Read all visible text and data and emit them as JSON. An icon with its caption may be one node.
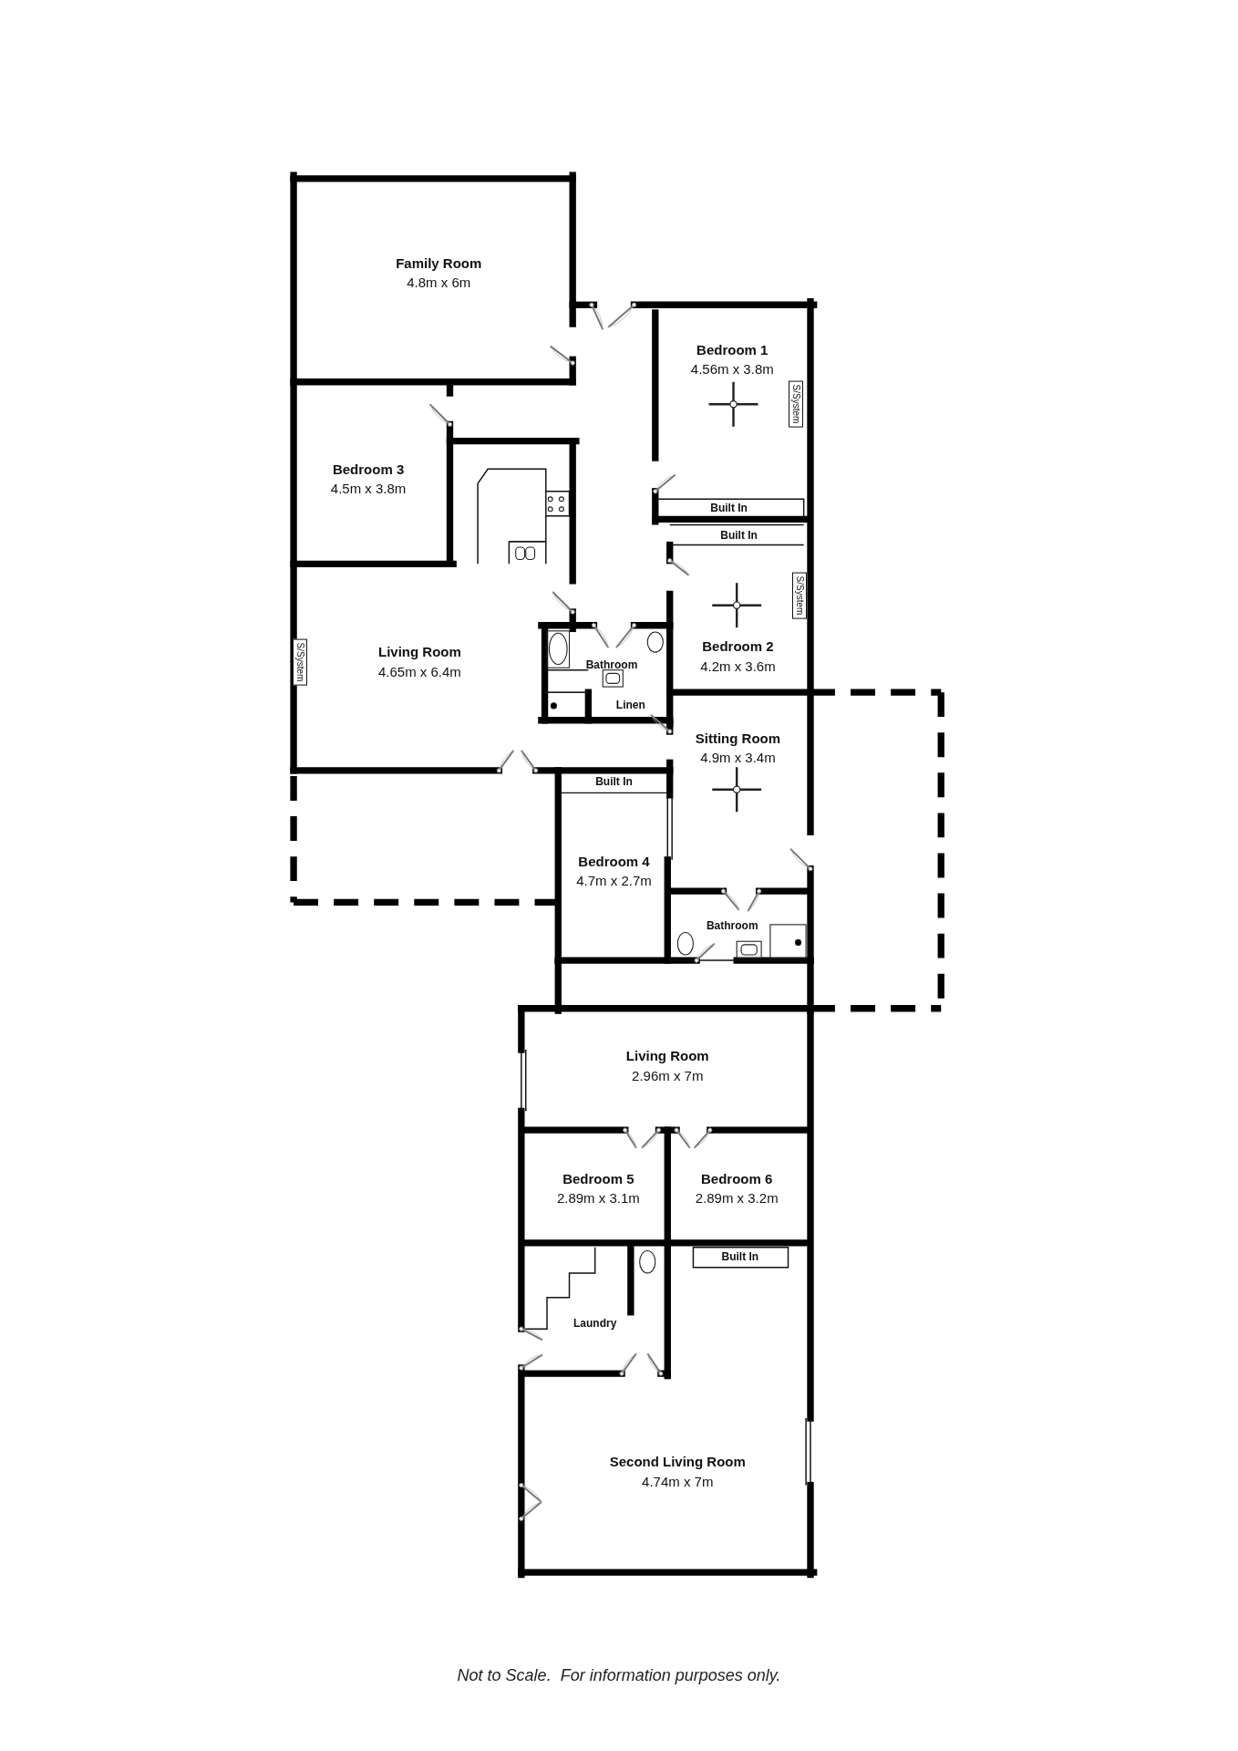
{
  "diagram": {
    "caption": "Not to Scale.  For information purposes only.",
    "labels": [
      "Family Room",
      "4.8m x 6m",
      "Bedroom 1",
      "4.56m x 3.8m",
      "S/System",
      "Bedroom 3",
      "4.5m x 3.8m",
      "Built In",
      "Built In",
      "S/System",
      "Living Room",
      "4.65m x 6.4m",
      "S/System",
      "Bedroom 2",
      "4.2m x 3.6m",
      "Bathroom",
      "Linen",
      "Sitting Room",
      "4.9m x 3.4m",
      "Built In",
      "Bedroom 4",
      "4.7m x 2.7m",
      "Bathroom",
      "Living Room",
      "2.96m x 7m",
      "Bedroom 5",
      "2.89m x 3.1m",
      "Bedroom 6",
      "2.89m x 3.2m",
      "Built In",
      "Laundry",
      "Second Living Room",
      "4.74m x 7m"
    ]
  }
}
